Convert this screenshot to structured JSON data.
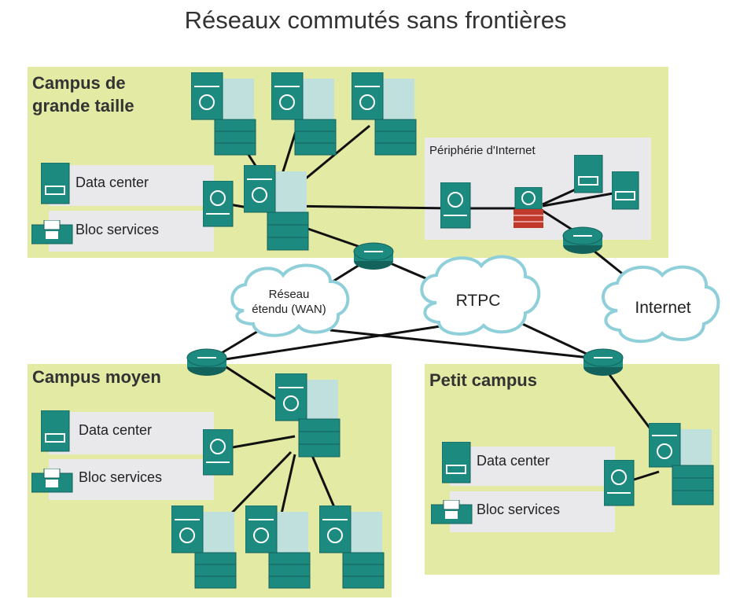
{
  "title": "Réseaux commutés sans frontières",
  "zones": {
    "large": {
      "label_line1": "Campus de",
      "label_line2": "grande taille"
    },
    "medium": {
      "label": "Campus moyen"
    },
    "small": {
      "label": "Petit campus"
    }
  },
  "panels": {
    "large_datacenter": "Data center",
    "large_services": "Bloc services",
    "internet_edge": "Périphérie d'Internet",
    "medium_datacenter": "Data center",
    "medium_services": "Bloc services",
    "small_datacenter": "Data center",
    "small_services": "Bloc services"
  },
  "clouds": {
    "wan_line1": "Réseau",
    "wan_line2": "étendu (WAN)",
    "rtpc": "RTPC",
    "internet": "Internet"
  },
  "colors": {
    "zone": "#e3eaa3",
    "panel": "#e9e9ec",
    "device": "#1d8a80",
    "device_dark": "#13625b",
    "link": "#111111",
    "firewall": "#c0392b"
  }
}
